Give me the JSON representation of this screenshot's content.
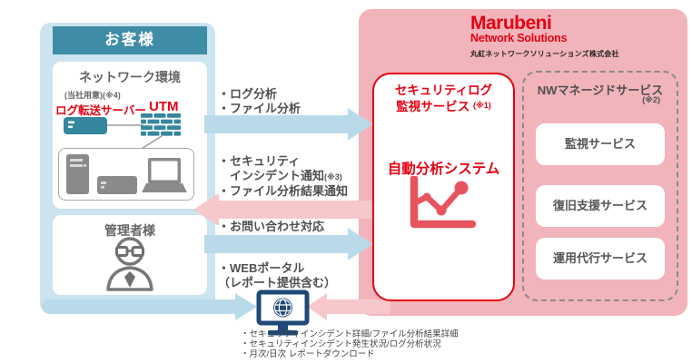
{
  "customer": {
    "title": "お客様",
    "network": {
      "title": "ネットワーク環境",
      "note": "(当社用意)(※4)",
      "log_server_label": "ログ転送サーバー",
      "utm_label": "UTM"
    },
    "admin": {
      "title": "管理者様"
    }
  },
  "provider": {
    "logo": {
      "name": "Marubeni",
      "sub": "Network Solutions",
      "company": "丸紅ネットワークソリューションズ株式会社"
    },
    "security_service": {
      "title_line1": "セキュリティログ",
      "title_line2": "監視サービス",
      "note": "(※1)",
      "system_label": "自動分析システム"
    },
    "managed": {
      "title": "NWマネージドサービス",
      "note": "(※2)",
      "items": [
        "監視サービス",
        "復旧支援サービス",
        "運用代行サービス"
      ]
    }
  },
  "flows": [
    {
      "direction": "right",
      "lines": [
        "・ログ分析",
        "・ファイル分析"
      ]
    },
    {
      "direction": "left",
      "lines": [
        "・セキュリティ",
        "　インシデント通知",
        "・ファイル分析結果通知"
      ],
      "note": "(※3)"
    },
    {
      "direction": "right",
      "lines": [
        "・お問い合わせ対応"
      ]
    },
    {
      "direction": "both",
      "lines": [
        "・WEBポータル",
        "（レポート提供含む）"
      ]
    }
  ],
  "portal": {
    "notes": [
      "・セキュリティインシデント詳細/ファイル分析結果詳細",
      "・セキュリティインシデント発生状況/ログ分析状況",
      "・月次/日次 レポートダウンロード"
    ]
  },
  "icons": {
    "log_server": "teal-server-icon",
    "utm": "firewall-bricks-icon",
    "devices": [
      "desktop-pc-icon",
      "server-unit-icon",
      "laptop-icon"
    ],
    "admin": "person-glasses-icon",
    "analysis": "line-chart-icon",
    "portal": "globe-monitor-icon"
  },
  "colors": {
    "accent_red": "#E60012",
    "chart_red": "#E8545E",
    "teal_header": "#3F8CA6",
    "teal_device": "#35869F",
    "light_blue_box": "#CBE4EF",
    "blue_arrow": "#B9DBE9",
    "pink_box": "#F2B4BB",
    "pink_arrow": "#F6C8CB",
    "navy_monitor": "#1E4976",
    "device_gray": "#8A8A8A"
  }
}
